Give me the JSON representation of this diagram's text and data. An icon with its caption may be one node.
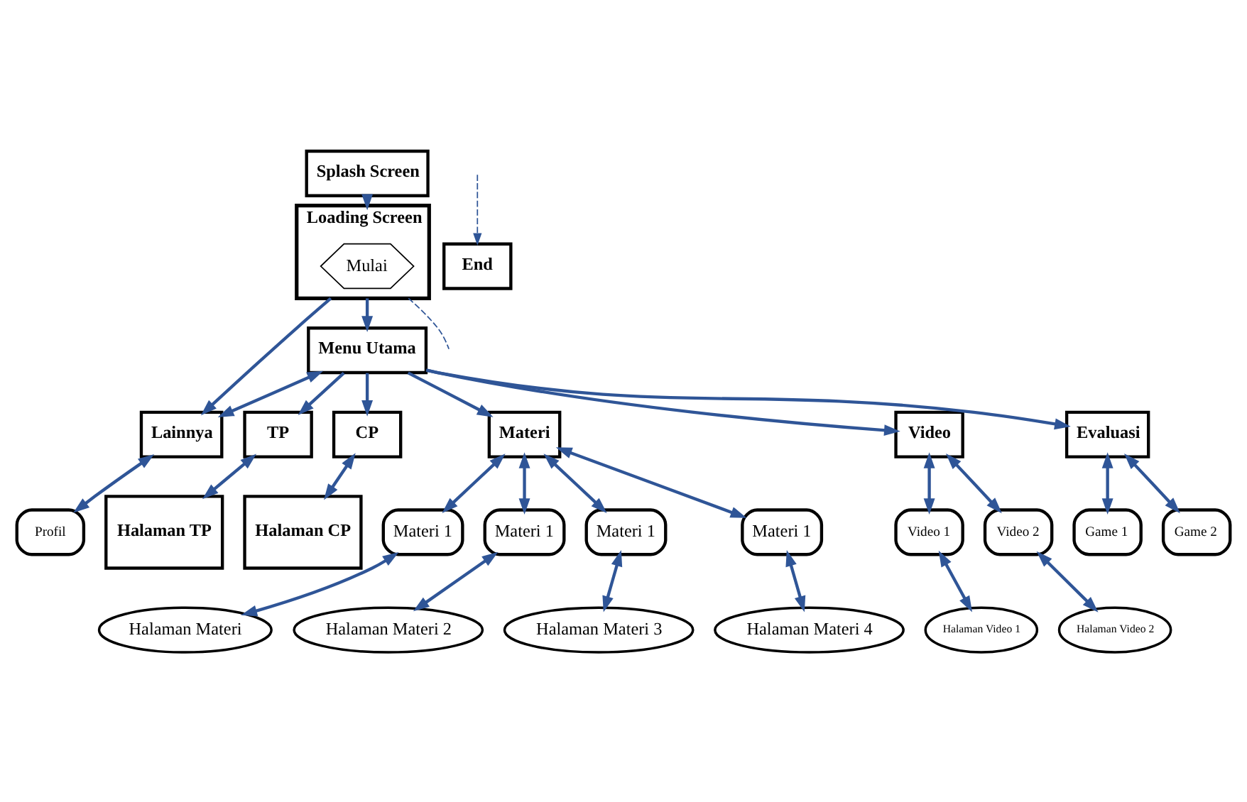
{
  "diagram": {
    "nodes": [
      {
        "text": [
          "Splash Screen"
        ]
      },
      {
        "text": [
          "Loading Screen"
        ]
      },
      {
        "text": [
          "Mulai"
        ],
        "in": 1
      },
      {
        "text": [
          "Lainnya"
        ]
      },
      {
        "text": [
          "Menu Utama"
        ]
      },
      {
        "text": [
          "TP"
        ]
      },
      {
        "text": [
          "CP"
        ]
      },
      {
        "text": [
          "Materi"
        ]
      },
      {
        "text": [
          "Video"
        ]
      },
      {
        "text": [
          "Evaluasi"
        ]
      },
      {
        "text": [
          "Halaman TP"
        ]
      },
      {
        "text": [
          "Halaman CP"
        ]
      },
      {
        "text": [
          "Video 1"
        ]
      },
      {
        "text": [
          "Video 2"
        ]
      },
      {
        "text": [
          "Game 1"
        ]
      },
      {
        "text": [
          "Game 2"
        ]
      },
      {
        "text": [
          "Profil"
        ]
      },
      {
        "text": [
          "Materi 1"
        ]
      },
      {
        "text": [
          "Materi 1"
        ]
      },
      {
        "text": [
          "Materi 1"
        ]
      },
      {
        "text": [
          "Materi 1"
        ]
      },
      {
        "text": [
          "Halaman Video 1"
        ]
      },
      {
        "text": [
          "Halaman Video 2"
        ]
      },
      {
        "text": [
          "End"
        ]
      },
      {
        "text": [
          "Halaman Materi"
        ]
      },
      {
        "text": [
          "Halaman Materi 2"
        ]
      },
      {
        "text": [
          "Halaman Materi 3"
        ]
      },
      {
        "text": [
          "Halaman Materi 4"
        ]
      }
    ],
    "edges": [
      {
        "from": 0,
        "to": 1,
        "arrow": "to"
      },
      {
        "from": 1,
        "to": 3,
        "arrow": "to"
      },
      {
        "from": 1,
        "to": null,
        "arrow": "none",
        "style": "dashed"
      },
      {
        "from": 1,
        "to": 4,
        "arrow": "to"
      },
      {
        "from": 4,
        "to": 3,
        "arrow": "both"
      },
      {
        "from": 4,
        "to": 5,
        "arrow": "to"
      },
      {
        "from": 4,
        "to": 6,
        "arrow": "to"
      },
      {
        "from": 4,
        "to": 7,
        "arrow": "to"
      },
      {
        "from": 4,
        "to": 8,
        "arrow": "to"
      },
      {
        "from": 4,
        "to": 9,
        "arrow": "to"
      },
      {
        "from": 5,
        "to": 10,
        "arrow": "both"
      },
      {
        "from": 6,
        "to": 11,
        "arrow": "both"
      },
      {
        "from": 8,
        "to": 12,
        "arrow": "both"
      },
      {
        "from": 8,
        "to": 13,
        "arrow": "both"
      },
      {
        "from": 9,
        "to": 14,
        "arrow": "both"
      },
      {
        "from": 9,
        "to": 15,
        "arrow": "both"
      },
      {
        "from": 3,
        "to": 16,
        "arrow": "both"
      },
      {
        "from": 7,
        "to": 17,
        "arrow": "both"
      },
      {
        "from": 7,
        "to": 18,
        "arrow": "both"
      },
      {
        "from": 7,
        "to": 19,
        "arrow": "both"
      },
      {
        "from": 7,
        "to": 20,
        "arrow": "both"
      },
      {
        "from": 12,
        "to": 21,
        "arrow": "both"
      },
      {
        "from": 13,
        "to": 22,
        "arrow": "both"
      },
      {
        "from": null,
        "to": 23,
        "arrow": "to",
        "style": "dashed"
      },
      {
        "from": 17,
        "to": 24,
        "arrow": "both"
      },
      {
        "from": 18,
        "to": 25,
        "arrow": "both"
      },
      {
        "from": 19,
        "to": 26,
        "arrow": "both"
      },
      {
        "from": 20,
        "to": 27,
        "arrow": "both"
      }
    ]
  }
}
